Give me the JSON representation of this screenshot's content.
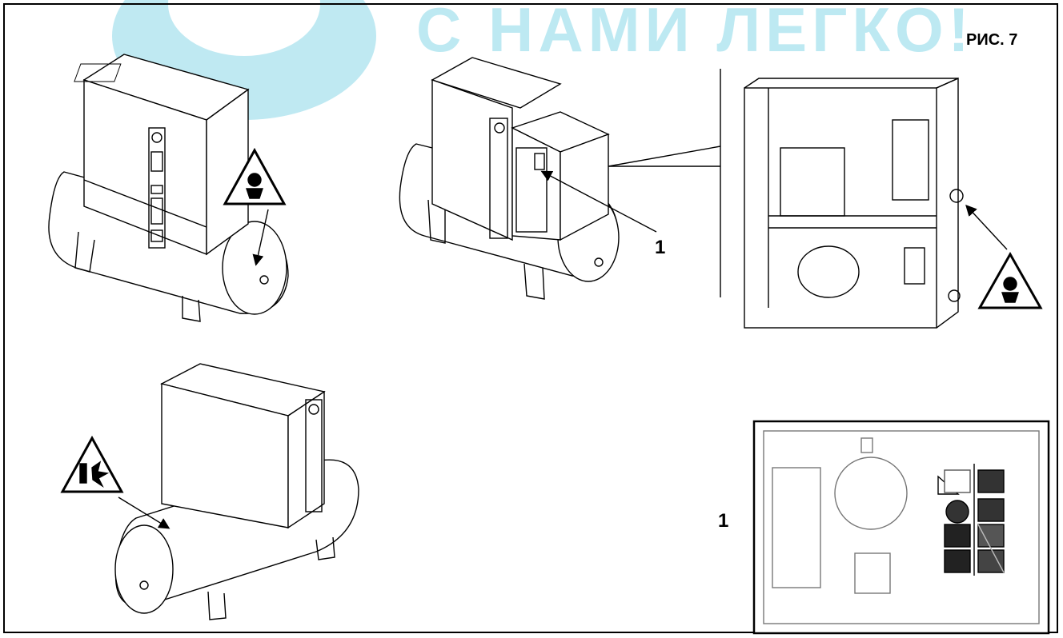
{
  "watermark": {
    "text": "С НАМИ ЛЕГКО!"
  },
  "figure": {
    "label": "РИС. 7"
  },
  "callouts": {
    "top": "1",
    "panel": "1"
  },
  "colors": {
    "watermark": "#bde9f2",
    "line": "#000000"
  },
  "icons": [
    "warning-triangle-noise-icon",
    "warning-triangle-explosion-icon"
  ]
}
